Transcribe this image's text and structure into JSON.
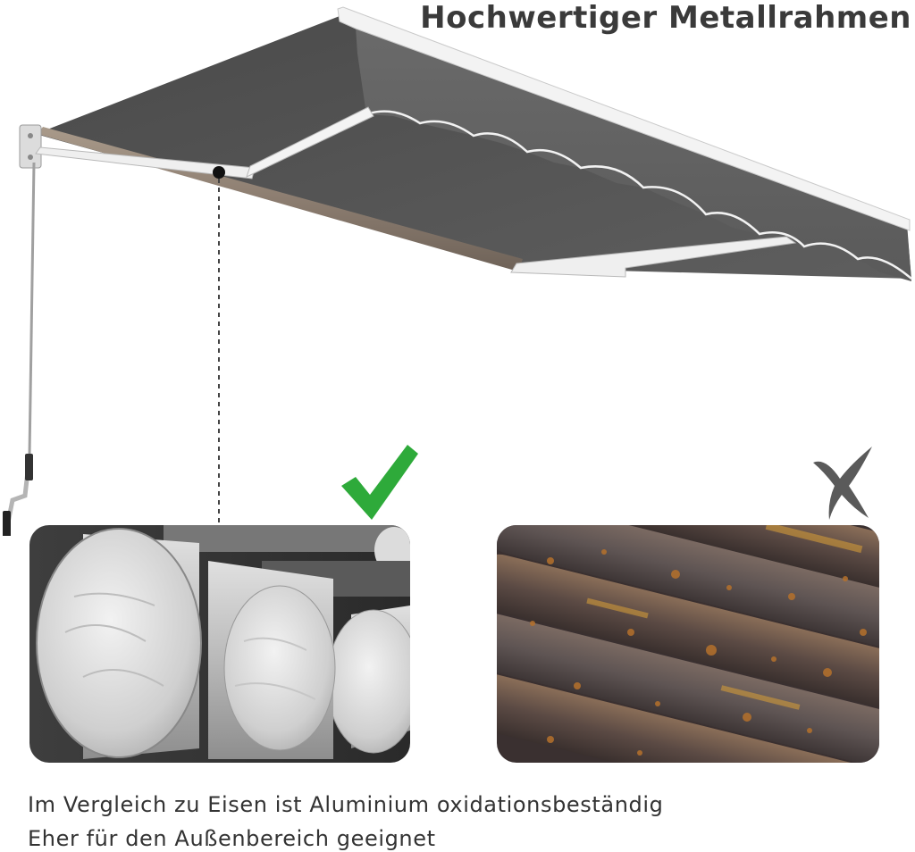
{
  "header": {
    "title": "Hochwertiger Metallrahmen"
  },
  "comparison": {
    "good": {
      "material": "aluminium",
      "icon": "check-icon",
      "color": "#2eaa3a"
    },
    "bad": {
      "material": "iron",
      "icon": "cross-icon",
      "color": "#555555"
    }
  },
  "caption": {
    "line1": "Im Vergleich zu Eisen ist Aluminium oxidationsbeständig",
    "line2": "Eher für den Außenbereich geeignet"
  },
  "colors": {
    "fabric": "#555555",
    "frame": "#e8e8e8",
    "text": "#333333"
  }
}
